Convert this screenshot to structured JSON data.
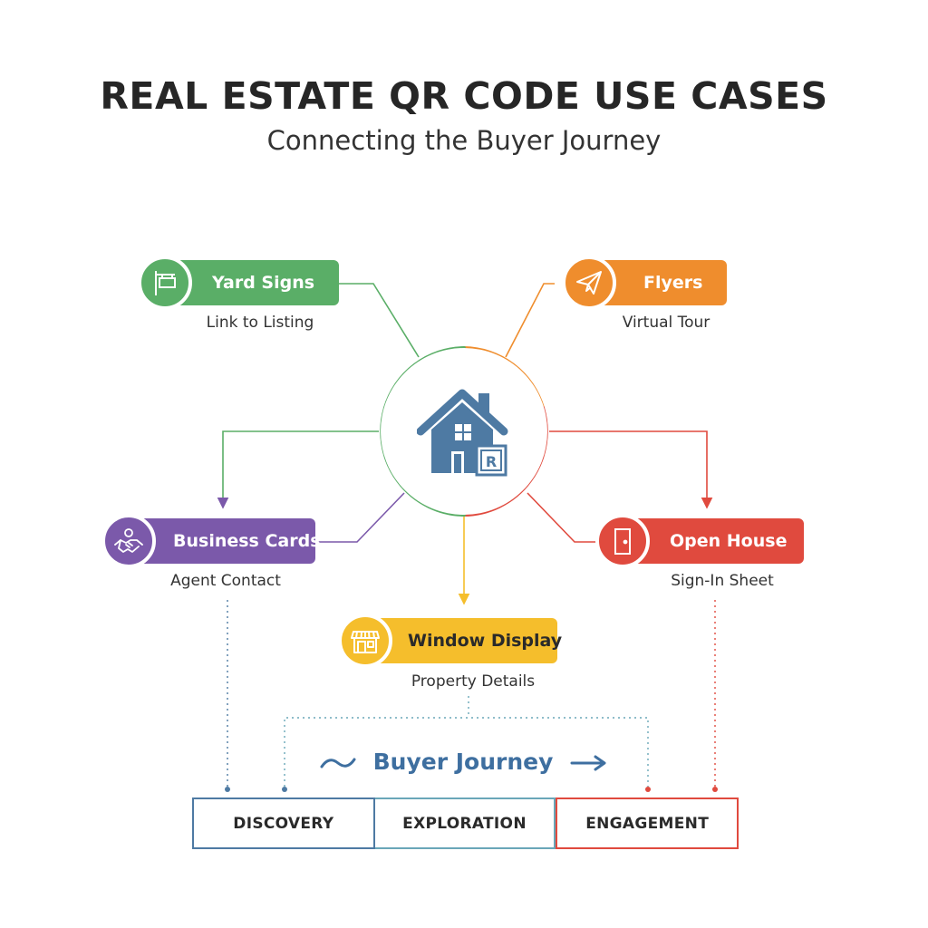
{
  "title": "REAL ESTATE QR CODE USE CASES",
  "subtitle": "Connecting the Buyer Journey",
  "colors": {
    "green": "#5aae67",
    "orange": "#ef8d2d",
    "purple": "#7b59aa",
    "red": "#e04a3e",
    "yellow": "#f5be2c",
    "blue": "#4e7aa3",
    "teal": "#6aa7b8"
  },
  "hub": {
    "icon": "house-qr-icon"
  },
  "nodes": {
    "yard_signs": {
      "label": "Yard Signs",
      "description": "Link to Listing",
      "icon": "sign-post-icon"
    },
    "flyers": {
      "label": "Flyers",
      "description": "Virtual Tour",
      "icon": "paper-plane-icon"
    },
    "business_cards": {
      "label": "Business Cards",
      "description": "Agent Contact",
      "icon": "handshake-icon"
    },
    "open_house": {
      "label": "Open House",
      "description": "Sign-In Sheet",
      "icon": "door-icon"
    },
    "window_display": {
      "label": "Window Display",
      "description": "Property Details",
      "icon": "storefront-icon"
    }
  },
  "journey": {
    "label": "Buyer Journey",
    "stages": [
      "DISCOVERY",
      "EXPLORATION",
      "ENGAGEMENT"
    ]
  }
}
